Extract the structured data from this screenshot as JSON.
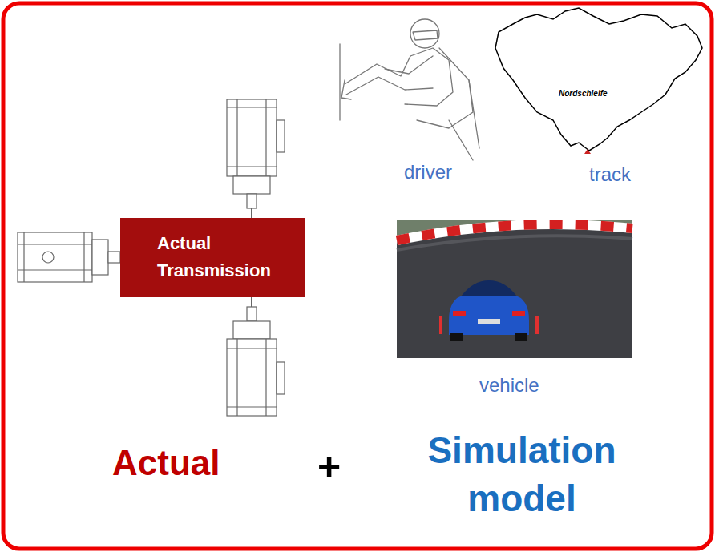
{
  "diagram": {
    "nodes": [
      {
        "text": [
          "Actual Transmission"
        ]
      }
    ],
    "labels": [
      "Nordschleife",
      "driver",
      "track",
      "vehicle",
      "Actual",
      "+",
      "Simulation model"
    ]
  }
}
